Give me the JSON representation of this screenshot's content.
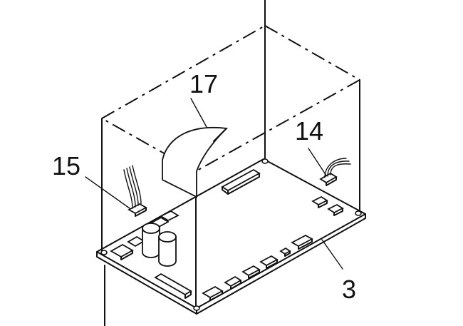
{
  "labels": {
    "item_17": "17",
    "item_14": "14",
    "item_15": "15",
    "item_3": "3"
  },
  "colors": {
    "line": "#111111",
    "background": "#ffffff"
  }
}
